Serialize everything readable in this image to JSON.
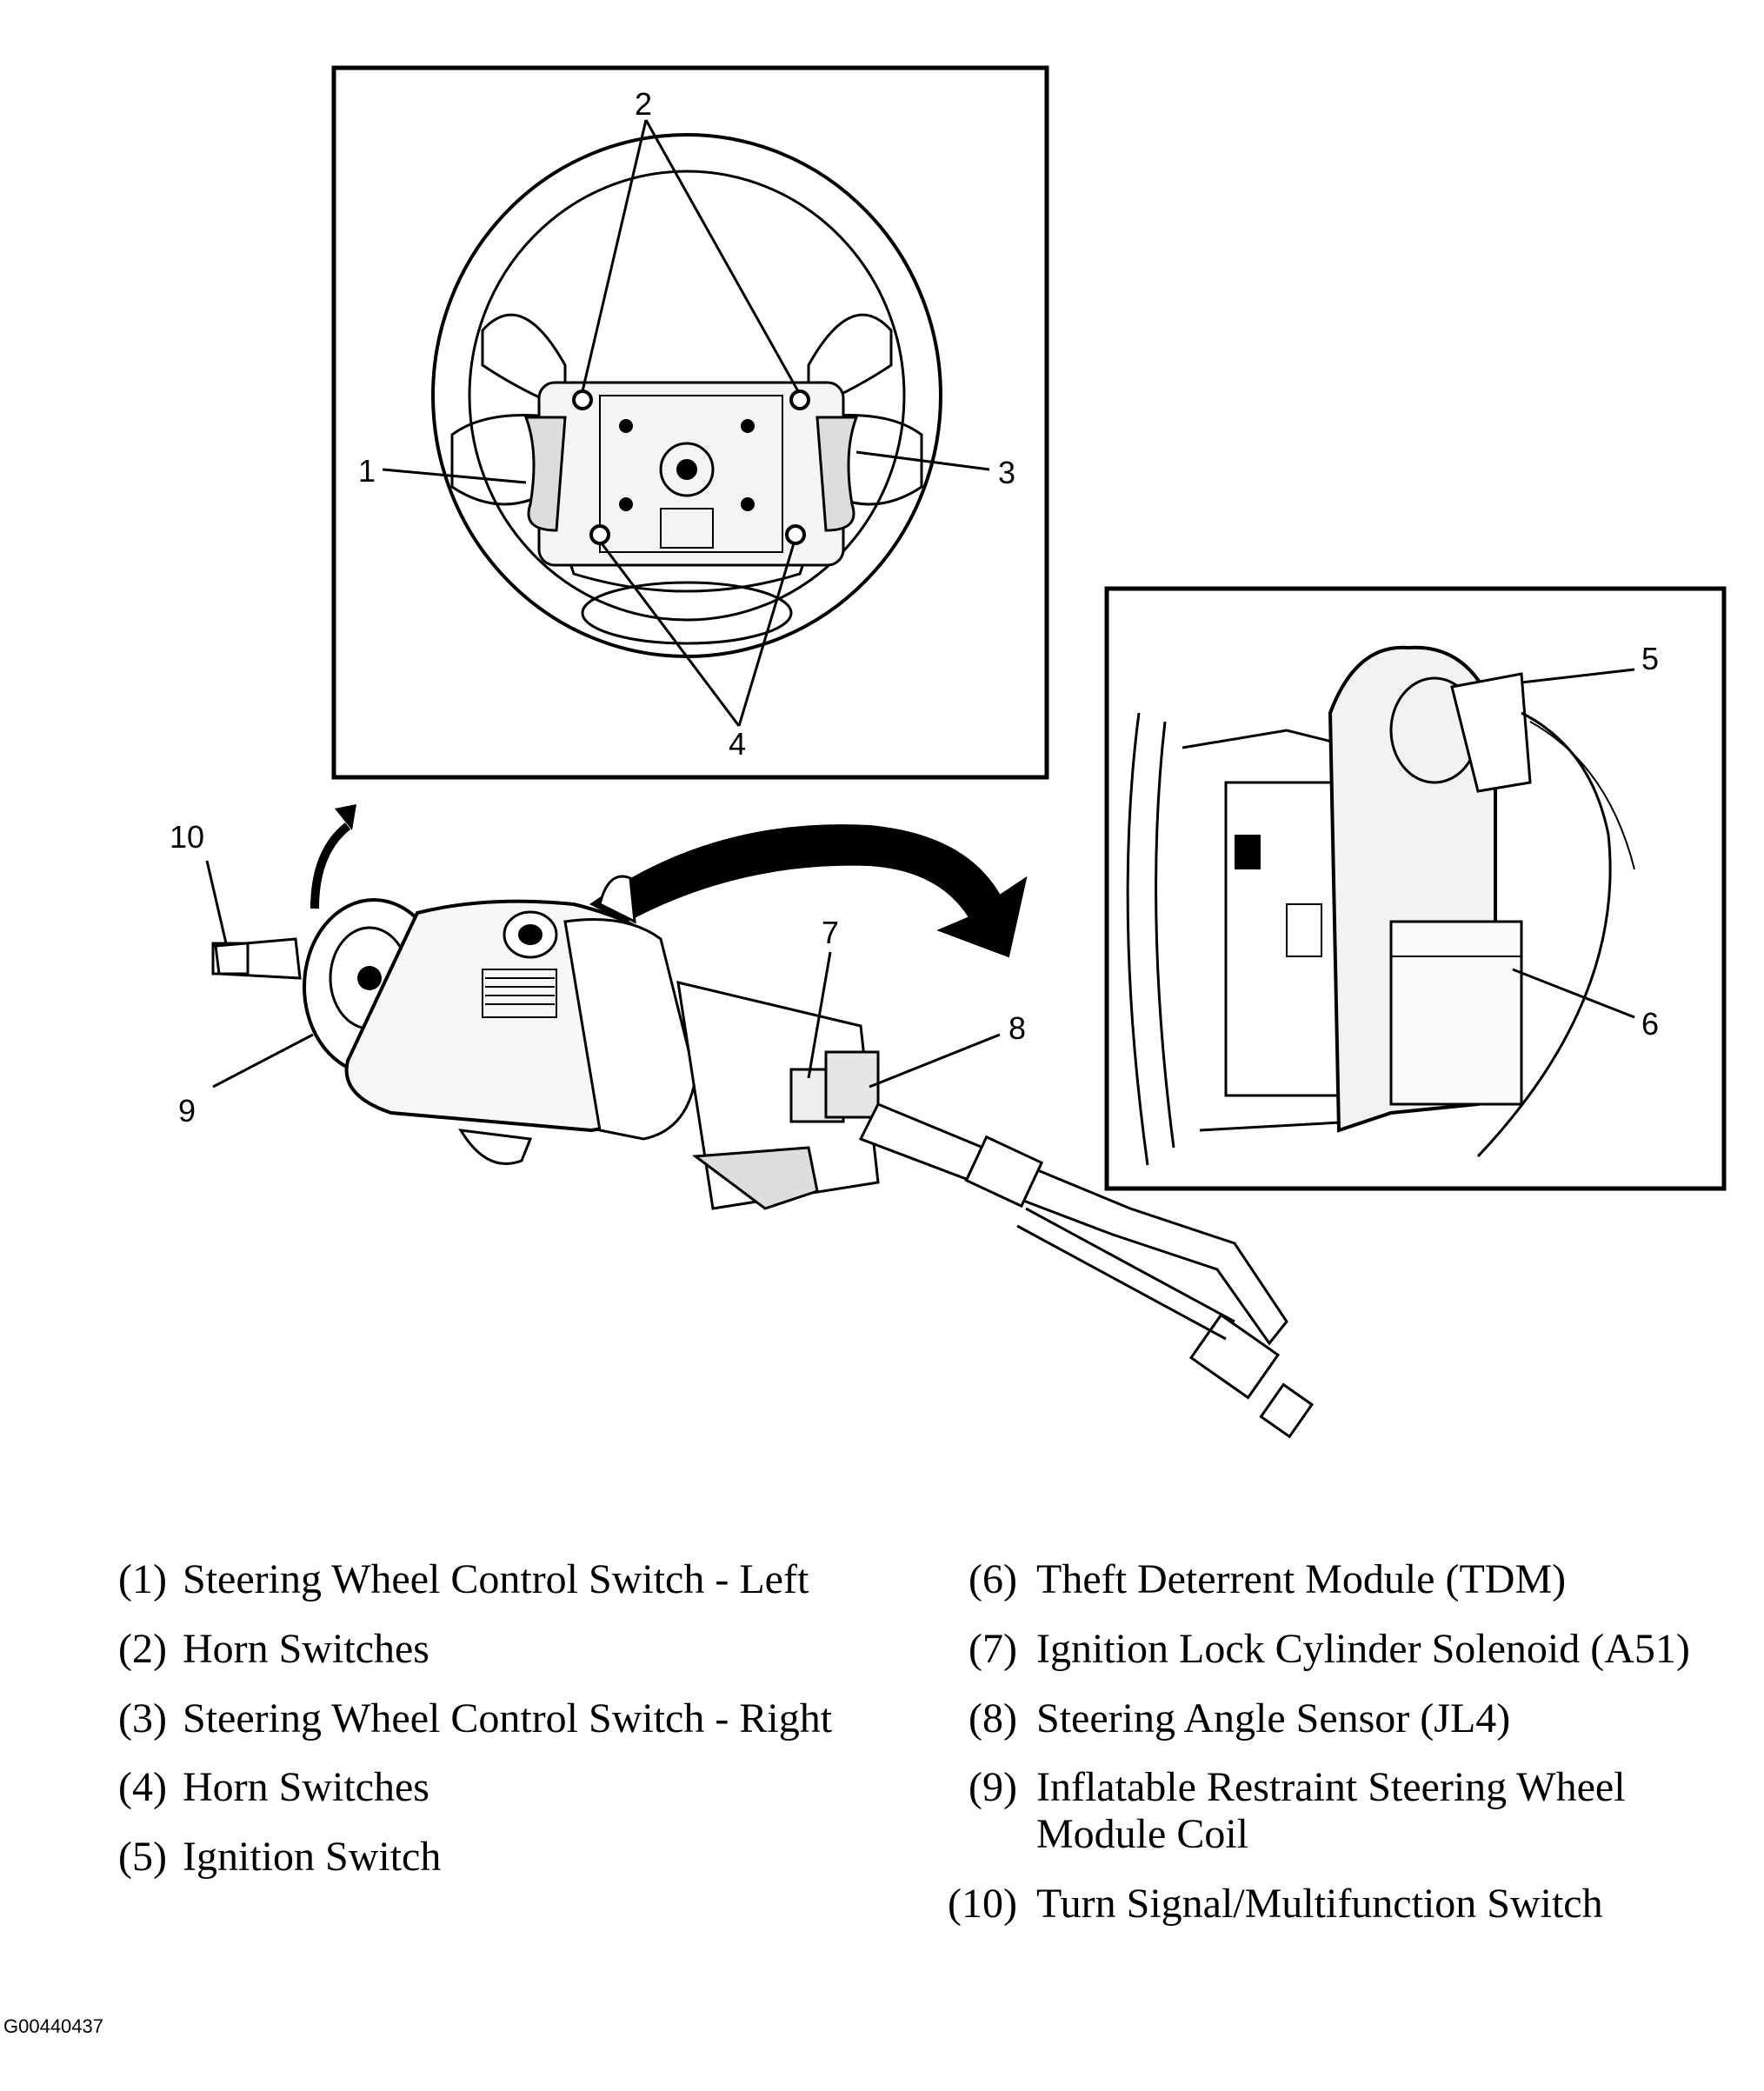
{
  "callouts": {
    "c1": "1",
    "c2": "2",
    "c3": "3",
    "c4": "4",
    "c5": "5",
    "c6": "6",
    "c7": "7",
    "c8": "8",
    "c9": "9",
    "c10": "10"
  },
  "legend": {
    "left": [
      {
        "num": "(1)",
        "text": "Steering Wheel Control Switch - Left"
      },
      {
        "num": "(2)",
        "text": "Horn Switches"
      },
      {
        "num": "(3)",
        "text": "Steering Wheel Control Switch - Right"
      },
      {
        "num": "(4)",
        "text": "Horn Switches"
      },
      {
        "num": "(5)",
        "text": "Ignition Switch"
      }
    ],
    "right": [
      {
        "num": "(6)",
        "text": "Theft Deterrent Module (TDM)"
      },
      {
        "num": "(7)",
        "text": "Ignition Lock Cylinder Solenoid (A51)"
      },
      {
        "num": "(8)",
        "text": "Steering Angle Sensor (JL4)"
      },
      {
        "num": "(9)",
        "text": "Inflatable Restraint Steering Wheel Module Coil"
      },
      {
        "num": "(10)",
        "text": "Turn Signal/Multifunction Switch"
      }
    ]
  },
  "figure_id": "G00440437"
}
